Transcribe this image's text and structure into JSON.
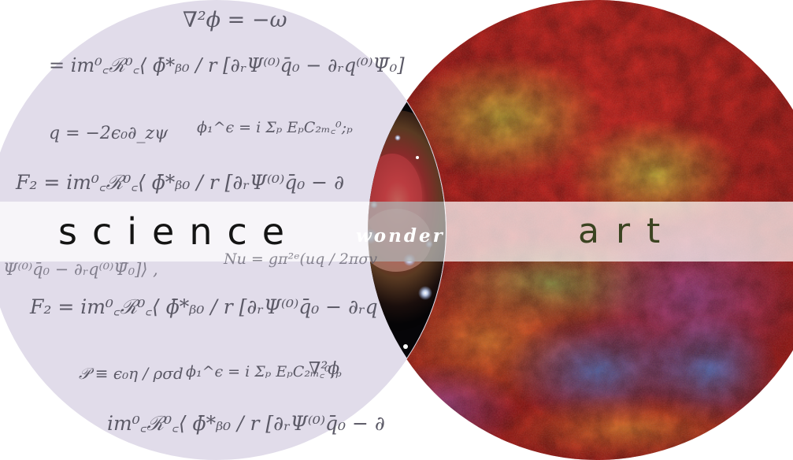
{
  "labels": {
    "science": "science",
    "wonder": "wonder",
    "art": "art"
  },
  "equations": [
    "∇²ϕ = −ω",
    "= im⁰꜀ℛ⁰꜀⟨ ϕ̄*ᵦ₀ / r [∂ᵣΨ⁽⁰⁾q̄₀ − ∂ᵣq⁽⁰⁾Ψ̄₀]",
    "q = −2ϵ₀∂_zψ",
    "ϕ₁^ϵ = i Σₚ EₚC₂ₘ꜀⁰;ₚ",
    "F₂ = im⁰꜀ℛ⁰꜀⟨ ϕ̄*ᵦ₀ / r [∂ᵣΨ⁽⁰⁾q̄₀ − ∂",
    "Ψ⁽⁰⁾q̄₀ − ∂ᵣq⁽⁰⁾Ψ̄₀]⟩ ,",
    "Nu = gπ²ᵉ(uq / 2πσv",
    "F₂ = im⁰꜀ℛ⁰꜀⟨ ϕ̄*ᵦ₀ / r [∂ᵣΨ⁽⁰⁾q̄₀ − ∂ᵣq",
    "𝒫 ≡ ϵ₀η / ρσd",
    "ϕ₁^ϵ = i Σₚ EₚC₂ₘ꜀⁰;ₚ",
    "∇²ϕ",
    "im⁰꜀ℛ⁰꜀⟨ ϕ̄*ᵦ₀ / r [∂ᵣΨ⁽⁰⁾q̄₀ − ∂"
  ],
  "colors": {
    "science_fill": "#e1dcea",
    "band": "#ffffff",
    "art_red": "#c0201a",
    "art_yellow": "#c8c236",
    "art_blue": "#4a6fc0",
    "art_orange": "#e2742a",
    "wonder_dark": "#140d12"
  }
}
